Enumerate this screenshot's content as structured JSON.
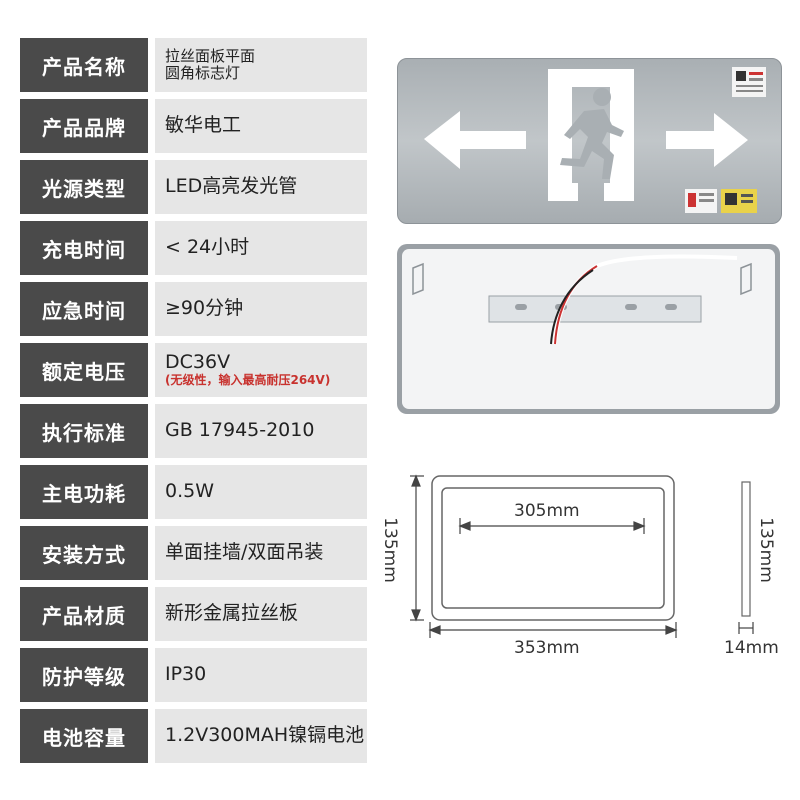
{
  "specs": [
    {
      "label": "产品名称",
      "value": "拉丝面板平面\n圆角标志灯"
    },
    {
      "label": "产品品牌",
      "value": "敏华电工"
    },
    {
      "label": "光源类型",
      "value": "LED高亮发光管"
    },
    {
      "label": "充电时间",
      "value": "< 24小时"
    },
    {
      "label": "应急时间",
      "value": "≥90分钟"
    },
    {
      "label": "额定电压",
      "value": "DC36V",
      "note": "(无级性，输入最高耐压264V)"
    },
    {
      "label": "执行标准",
      "value": "GB 17945-2010"
    },
    {
      "label": "主电功耗",
      "value": "0.5W"
    },
    {
      "label": "安装方式",
      "value": "单面挂墙/双面吊装"
    },
    {
      "label": "产品材质",
      "value": "新形金属拉丝板"
    },
    {
      "label": "防护等级",
      "value": "IP30"
    },
    {
      "label": "电池容量",
      "value": "1.2V300MAH镍镉电池"
    }
  ],
  "dimensions": {
    "inner_width": "305mm",
    "outer_width": "353mm",
    "height": "135mm",
    "side_height": "135mm",
    "depth": "14mm"
  },
  "colors": {
    "label_bg": "#4a4a4a",
    "value_bg": "#e6e6e6",
    "note": "#c8322e",
    "sign_symbol": "#ffffff"
  },
  "icons": [
    "left-arrow-icon",
    "exit-door-runner-icon",
    "right-arrow-icon",
    "certification-label-icon"
  ]
}
